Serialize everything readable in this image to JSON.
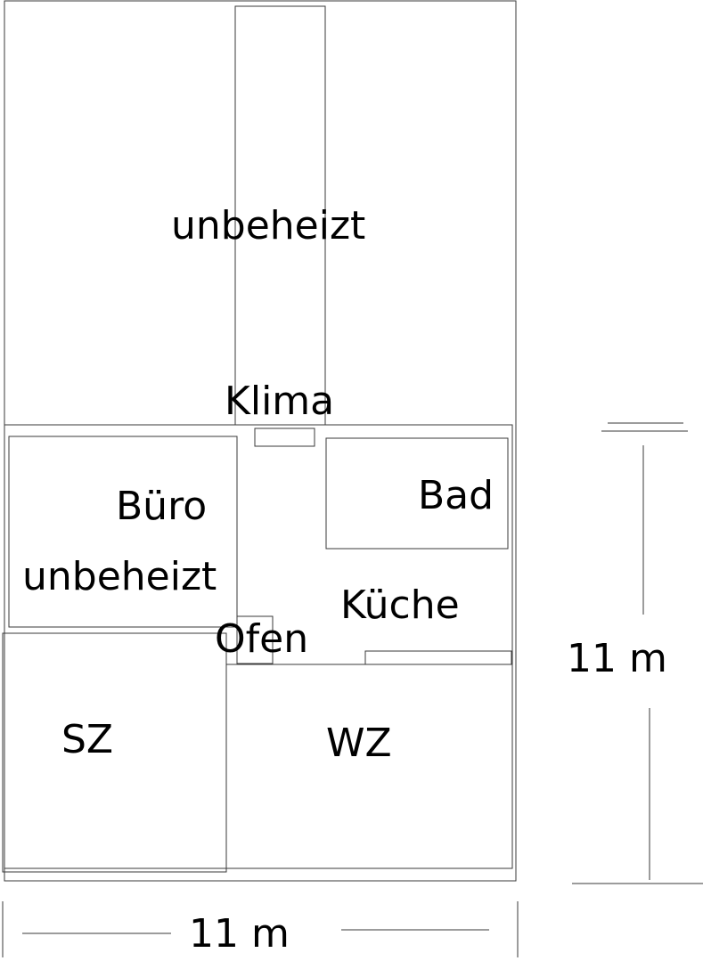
{
  "labels": {
    "upper_area": "unbeheizt",
    "klima": "Klima",
    "buero": "Büro",
    "buero_note": "unbeheizt",
    "bad": "Bad",
    "kueche": "Küche",
    "ofen": "Ofen",
    "sz": "SZ",
    "wz": "WZ"
  },
  "dimensions": {
    "height": "11 m",
    "width": "11 m"
  }
}
